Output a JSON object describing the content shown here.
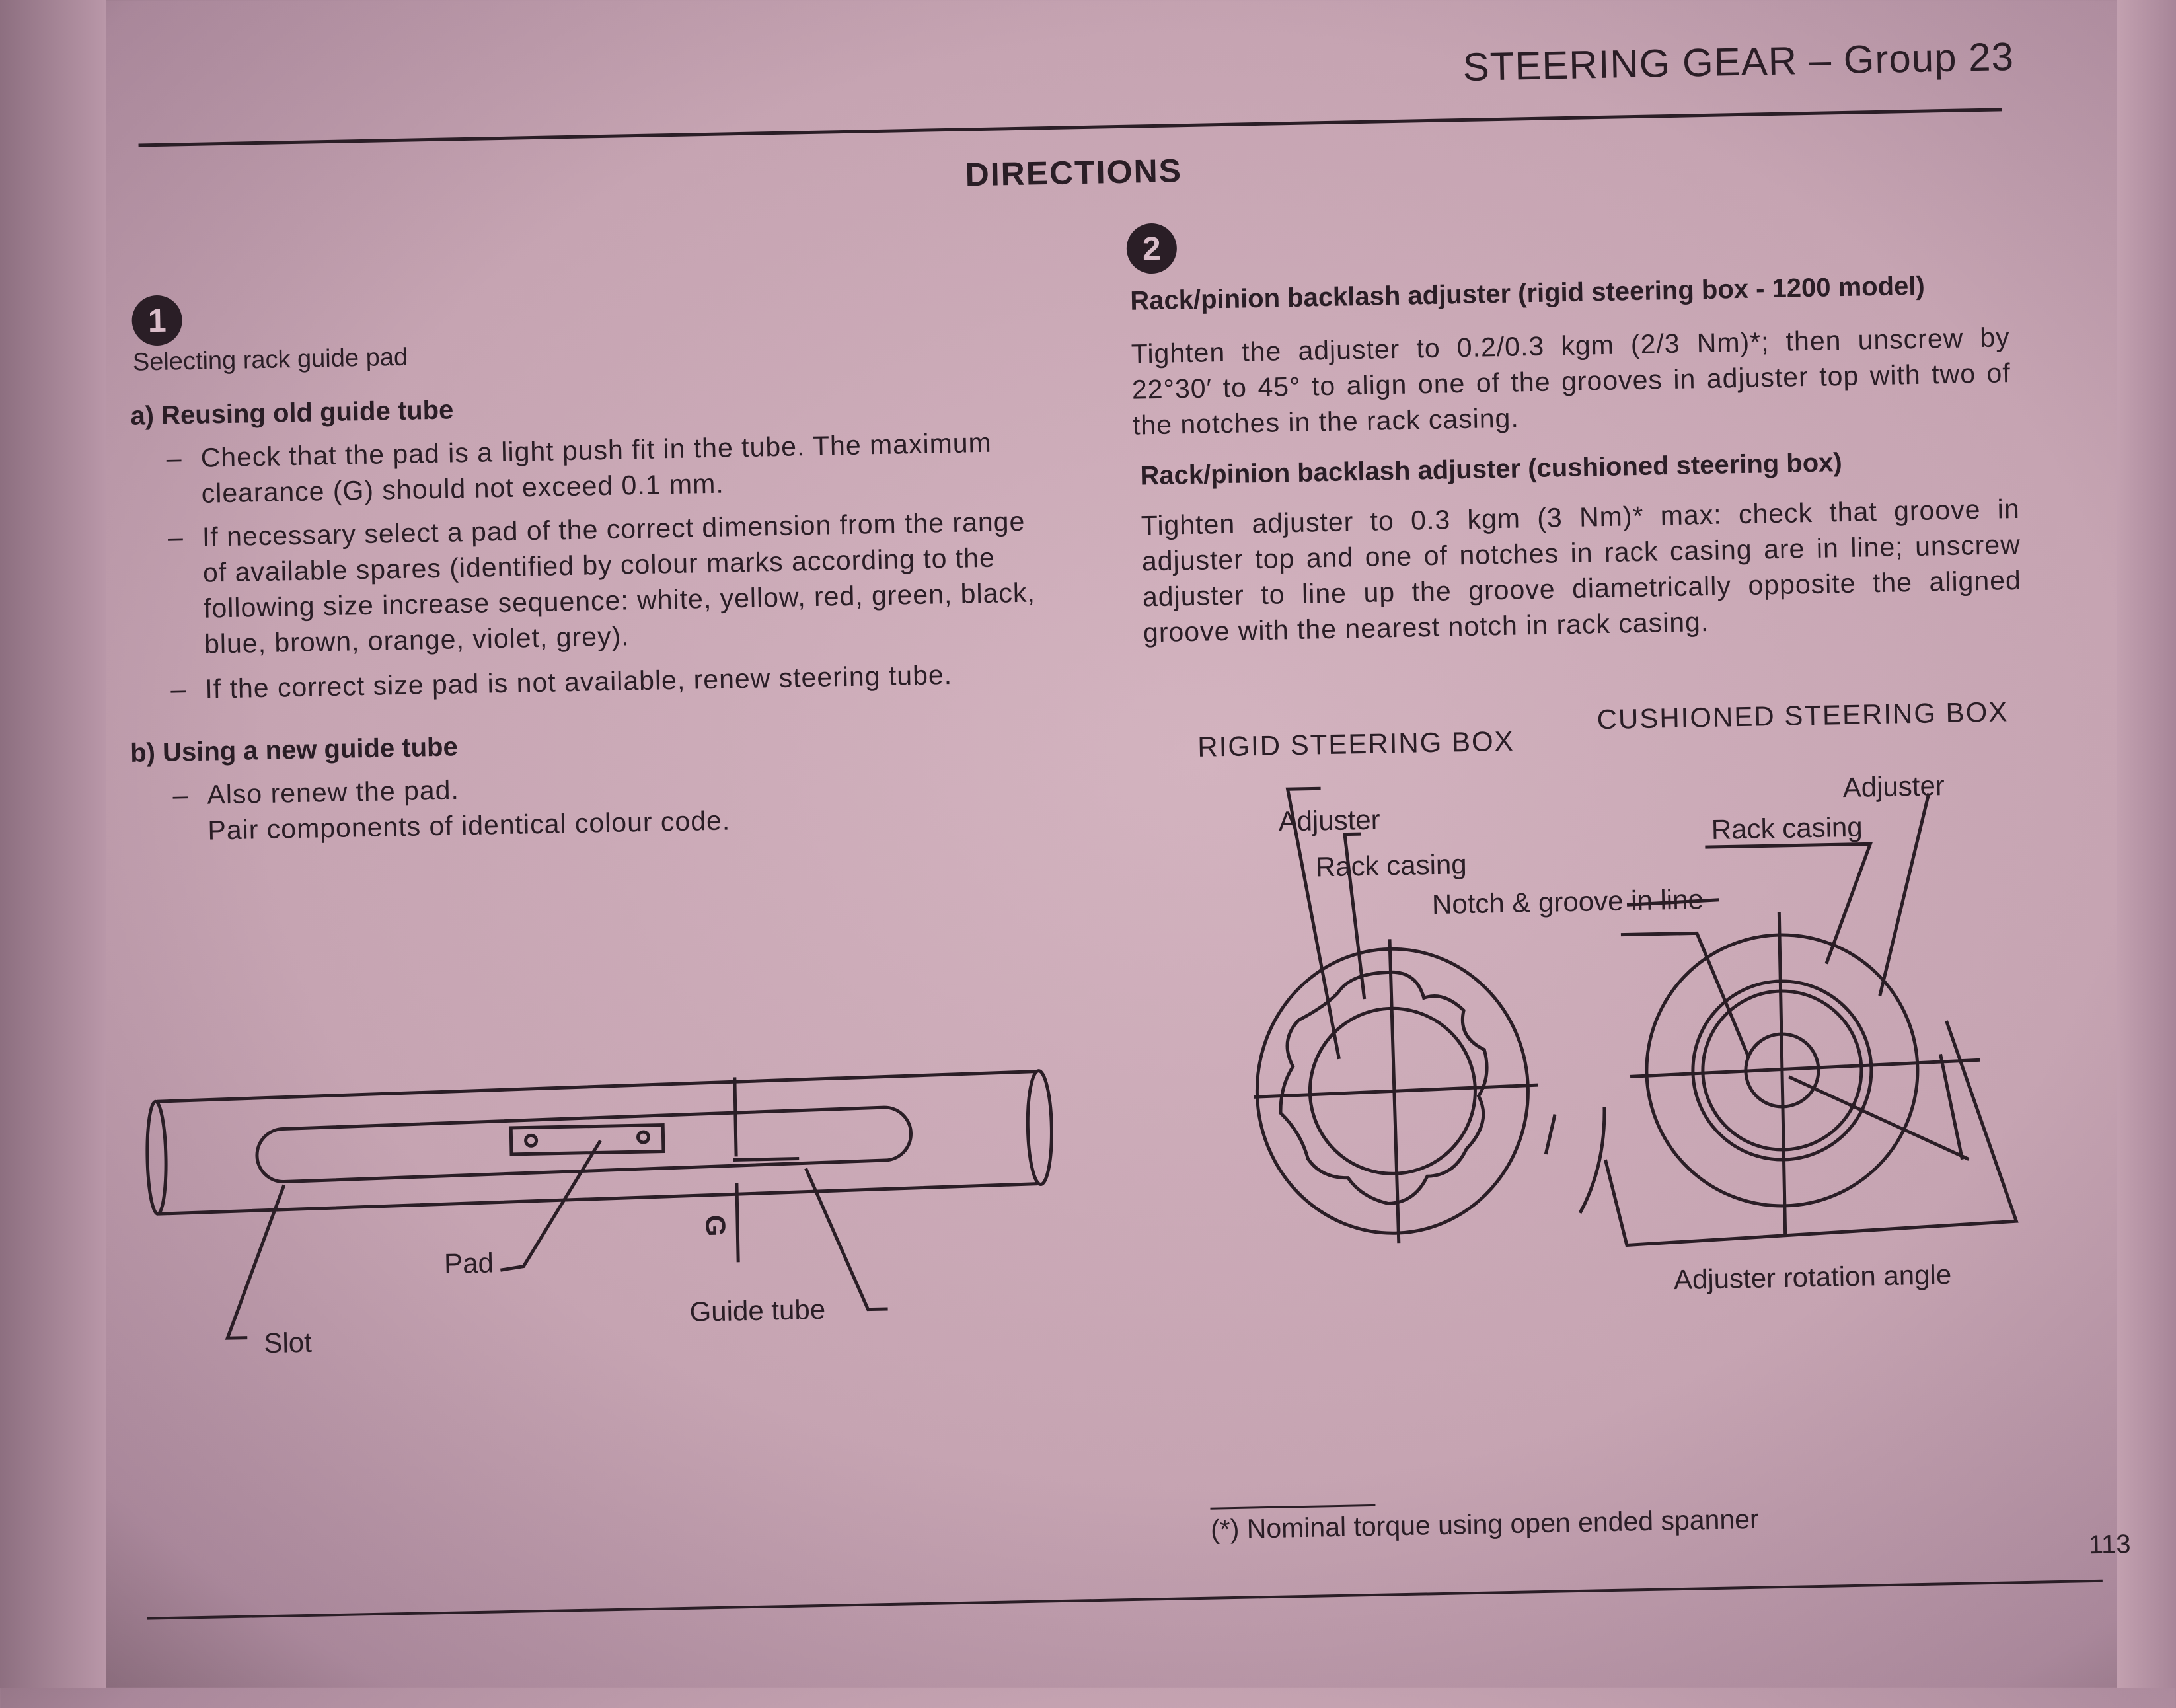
{
  "header": {
    "running_title": "STEERING GEAR – Group 23",
    "page_number": "113"
  },
  "section_title": "DIRECTIONS",
  "left": {
    "badge": "1",
    "heading": "Selecting rack guide pad",
    "a_heading": "a)  Reusing old guide tube",
    "a_items": [
      "Check that the pad is a light push fit in the tube. The maximum clearance (G) should not exceed 0.1 mm.",
      "If necessary select a pad of the correct dimension from the range of available spares (identified by colour marks according to the following size increase sequence: white, yellow, red, green, black, blue, brown, orange, violet, grey).",
      "If the correct size pad is not available, renew steering tube."
    ],
    "b_heading": "b)  Using a new guide tube",
    "b_items": [
      "Also renew the pad.",
      "Pair components of identical colour code."
    ],
    "dash": "–",
    "diagram_labels": {
      "pad": "Pad",
      "slot": "Slot",
      "guide_tube": "Guide tube",
      "g": "G"
    }
  },
  "right": {
    "badge": "2",
    "rigid_heading": "Rack/pinion  backlash adjuster  (rigid steering box - 1200 model)",
    "rigid_text": "Tighten the adjuster to 0.2/0.3 kgm (2/3 Nm)*; then unscrew by 22°30′ to 45° to align one of the grooves in adjuster top with two of the notches in the rack casing.",
    "cushioned_heading": "Rack/pinion backlash adjuster (cushioned steering box)",
    "cushioned_text": "Tighten adjuster to 0.3 kgm (3 Nm)* max: check that groove in adjuster top and one of notches in rack casing are in line; unscrew adjuster to line up the groove diametrically opposite the aligned groove with the nearest notch in rack casing.",
    "diagram": {
      "rigid_title": "RIGID STEERING BOX",
      "cushioned_title": "CUSHIONED STEERING BOX",
      "rigid_adjuster": "Adjuster",
      "rigid_rack_casing": "Rack casing",
      "notch_groove": "Notch & groove in line",
      "cush_adjuster": "Adjuster",
      "cush_rack_casing": "Rack casing",
      "rotation_angle": "Adjuster rotation angle"
    }
  },
  "footnote": "(*)  Nominal torque using open ended spanner"
}
